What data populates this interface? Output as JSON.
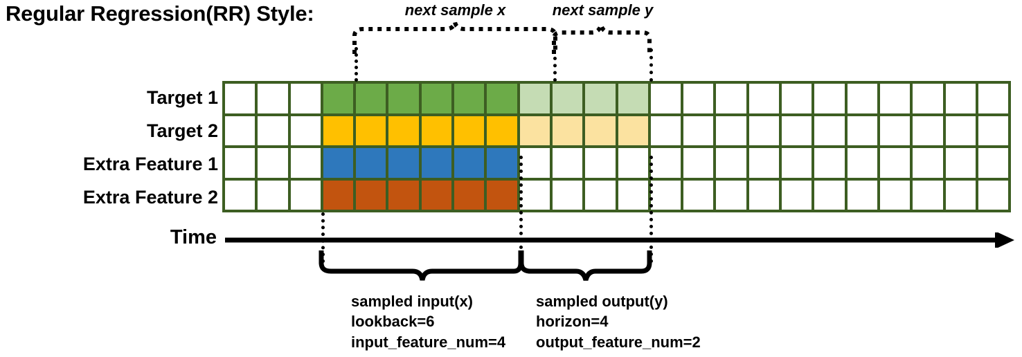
{
  "title": "Regular Regression(RR) Style:",
  "rows": [
    {
      "label": "Target 1",
      "name": "target-1"
    },
    {
      "label": "Target 2",
      "name": "target-2"
    },
    {
      "label": "Extra Feature 1",
      "name": "extra-feature-1"
    },
    {
      "label": "Extra Feature 2",
      "name": "extra-feature-2"
    }
  ],
  "grid": {
    "columns": 24,
    "leading_blank": 3,
    "input_span": 6,
    "output_span": 4,
    "trailing_blank": 11,
    "row_fills": [
      [
        "blank",
        "blank",
        "blank",
        "green",
        "green",
        "green",
        "green",
        "green",
        "green",
        "green-light",
        "green-light",
        "green-light",
        "green-light",
        "blank",
        "blank",
        "blank",
        "blank",
        "blank",
        "blank",
        "blank",
        "blank",
        "blank",
        "blank",
        "blank"
      ],
      [
        "blank",
        "blank",
        "blank",
        "amber",
        "amber",
        "amber",
        "amber",
        "amber",
        "amber",
        "amber-light",
        "amber-light",
        "amber-light",
        "amber-light",
        "blank",
        "blank",
        "blank",
        "blank",
        "blank",
        "blank",
        "blank",
        "blank",
        "blank",
        "blank",
        "blank"
      ],
      [
        "blank",
        "blank",
        "blank",
        "blue",
        "blue",
        "blue",
        "blue",
        "blue",
        "blue",
        "blank",
        "blank",
        "blank",
        "blank",
        "blank",
        "blank",
        "blank",
        "blank",
        "blank",
        "blank",
        "blank",
        "blank",
        "blank",
        "blank",
        "blank"
      ],
      [
        "blank",
        "blank",
        "blank",
        "orange",
        "orange",
        "orange",
        "orange",
        "orange",
        "orange",
        "blank",
        "blank",
        "blank",
        "blank",
        "blank",
        "blank",
        "blank",
        "blank",
        "blank",
        "blank",
        "blank",
        "blank",
        "blank",
        "blank",
        "blank"
      ]
    ]
  },
  "axis": {
    "label": "Time"
  },
  "top_annotations": [
    {
      "label": "next sample x",
      "name": "next-sample-x"
    },
    {
      "label": "next sample y",
      "name": "next-sample-y"
    }
  ],
  "bottom_annotations": [
    {
      "name": "sampled-input",
      "line1": "sampled input(x)",
      "line2": "lookback=6",
      "line3": "input_feature_num=4"
    },
    {
      "name": "sampled-output",
      "line1": "sampled output(y)",
      "line2": "horizon=4",
      "line3": "output_feature_num=2"
    }
  ],
  "colors": {
    "grid_line": "#3d5e22",
    "green": "#6CAB48",
    "green_light": "#C5DCB4",
    "amber": "#FFC000",
    "amber_light": "#FBE2A0",
    "blue": "#2E78BC",
    "orange": "#C2540F",
    "ink": "#000000",
    "background": "#ffffff"
  }
}
